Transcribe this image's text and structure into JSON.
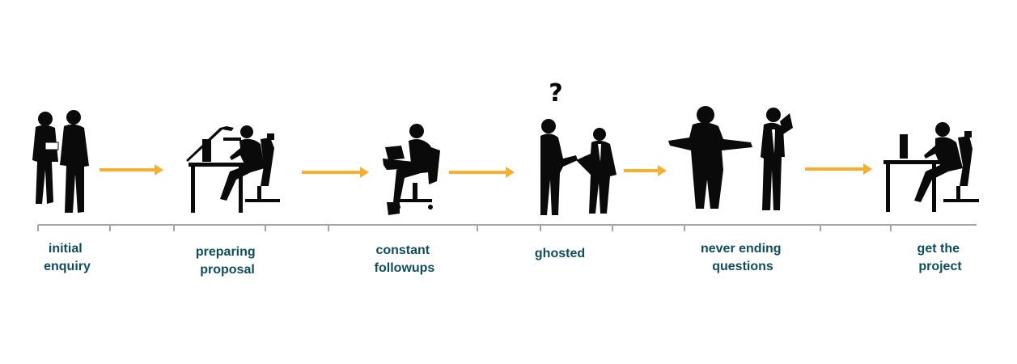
{
  "colors": {
    "silhouette": "#0a0a0a",
    "arrow": "#f5b030",
    "timeline": "#a6a6a6",
    "label": "#0f4d5a"
  },
  "stages": [
    {
      "name": "initial-enquiry",
      "label": "initial\nenquiry"
    },
    {
      "name": "preparing-proposal",
      "label": "preparing\nproposal"
    },
    {
      "name": "constant-followups",
      "label": "constant\nfollowups"
    },
    {
      "name": "ghosted",
      "label": "ghosted"
    },
    {
      "name": "never-ending-questions",
      "label": "never ending\nquestions"
    },
    {
      "name": "get-the-project",
      "label": "get the\nproject"
    }
  ],
  "ghosted_mark": "?"
}
